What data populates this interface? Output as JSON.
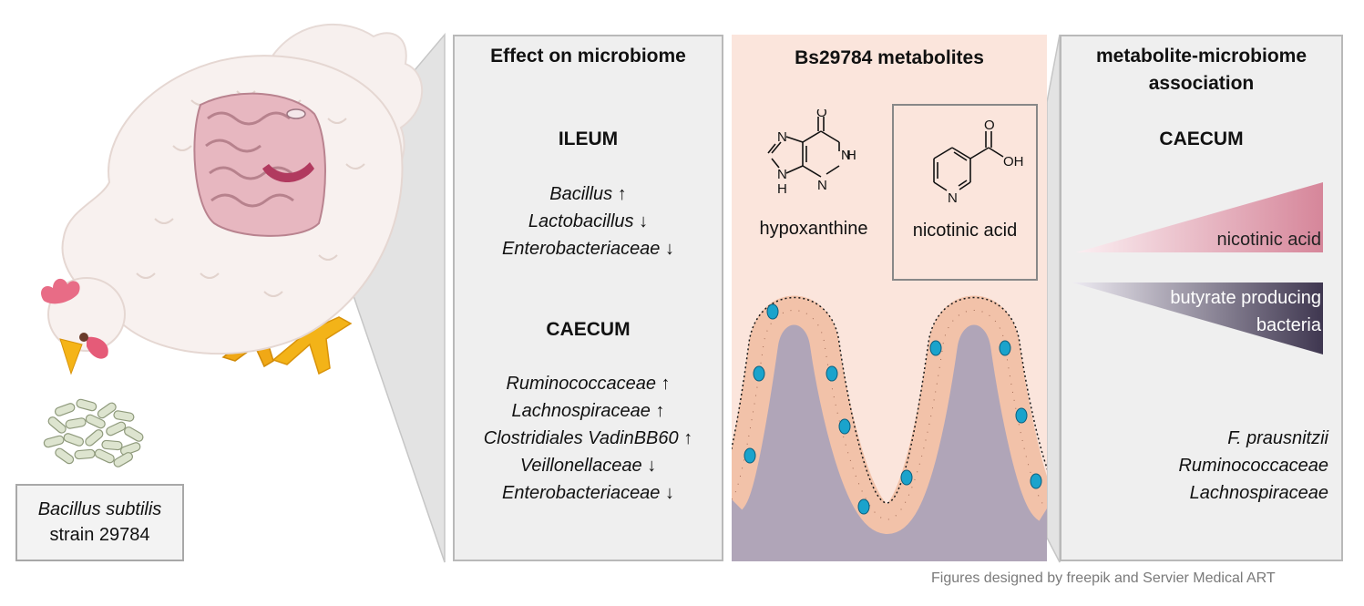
{
  "strain": {
    "species": "Bacillus subtilis",
    "strain": "strain 29784"
  },
  "microbiome_panel": {
    "title": "Effect on microbiome",
    "ileum": {
      "label": "ILEUM",
      "taxa": [
        {
          "name": "Bacillus",
          "arrow": "↑"
        },
        {
          "name": "Lactobacillus",
          "arrow": "↓"
        },
        {
          "name": "Enterobacteriaceae",
          "arrow": "↓"
        }
      ]
    },
    "caecum": {
      "label": "CAECUM",
      "taxa": [
        {
          "name": "Ruminococcaceae",
          "arrow": "↑"
        },
        {
          "name": "Lachnospiraceae",
          "arrow": "↑"
        },
        {
          "name": "Clostridiales VadinBB60",
          "arrow": "↑"
        },
        {
          "name": "Veillonellaceae",
          "arrow": "↓"
        },
        {
          "name": "Enterobacteriaceae",
          "arrow": "↓"
        }
      ]
    }
  },
  "metabolites_panel": {
    "title": "Bs29784 metabolites",
    "hypoxanthine": {
      "label": "hypoxanthine",
      "atoms": {
        "o": "O",
        "nh_right": "H",
        "n_right": "N",
        "n_left": "N",
        "nh_left_n": "N",
        "nh_left_h": "H",
        "n_bottom": "N"
      }
    },
    "nicotinic": {
      "label": "nicotinic acid",
      "atoms": {
        "o": "O",
        "oh": "OH",
        "n": "N"
      }
    }
  },
  "association_panel": {
    "title_line1": "metabolite-microbiome",
    "title_line2": "association",
    "region": "CAECUM",
    "wedge_up_label": "nicotinic acid",
    "wedge_down_label_line1": "butyrate producing",
    "wedge_down_label_line2": "bacteria",
    "taxa": [
      "F. prausnitzii",
      "Ruminococcaceae",
      "Lachnospiraceae"
    ]
  },
  "credit": "Figures designed by freepik and Servier Medical ART",
  "colors": {
    "panel_bg": "#efefef",
    "metabolite_bg": "#fbe5dc",
    "villus_fill": "#b0a5b8",
    "wedge_pink": "#d88a9c",
    "wedge_purple": "#4f4560"
  }
}
